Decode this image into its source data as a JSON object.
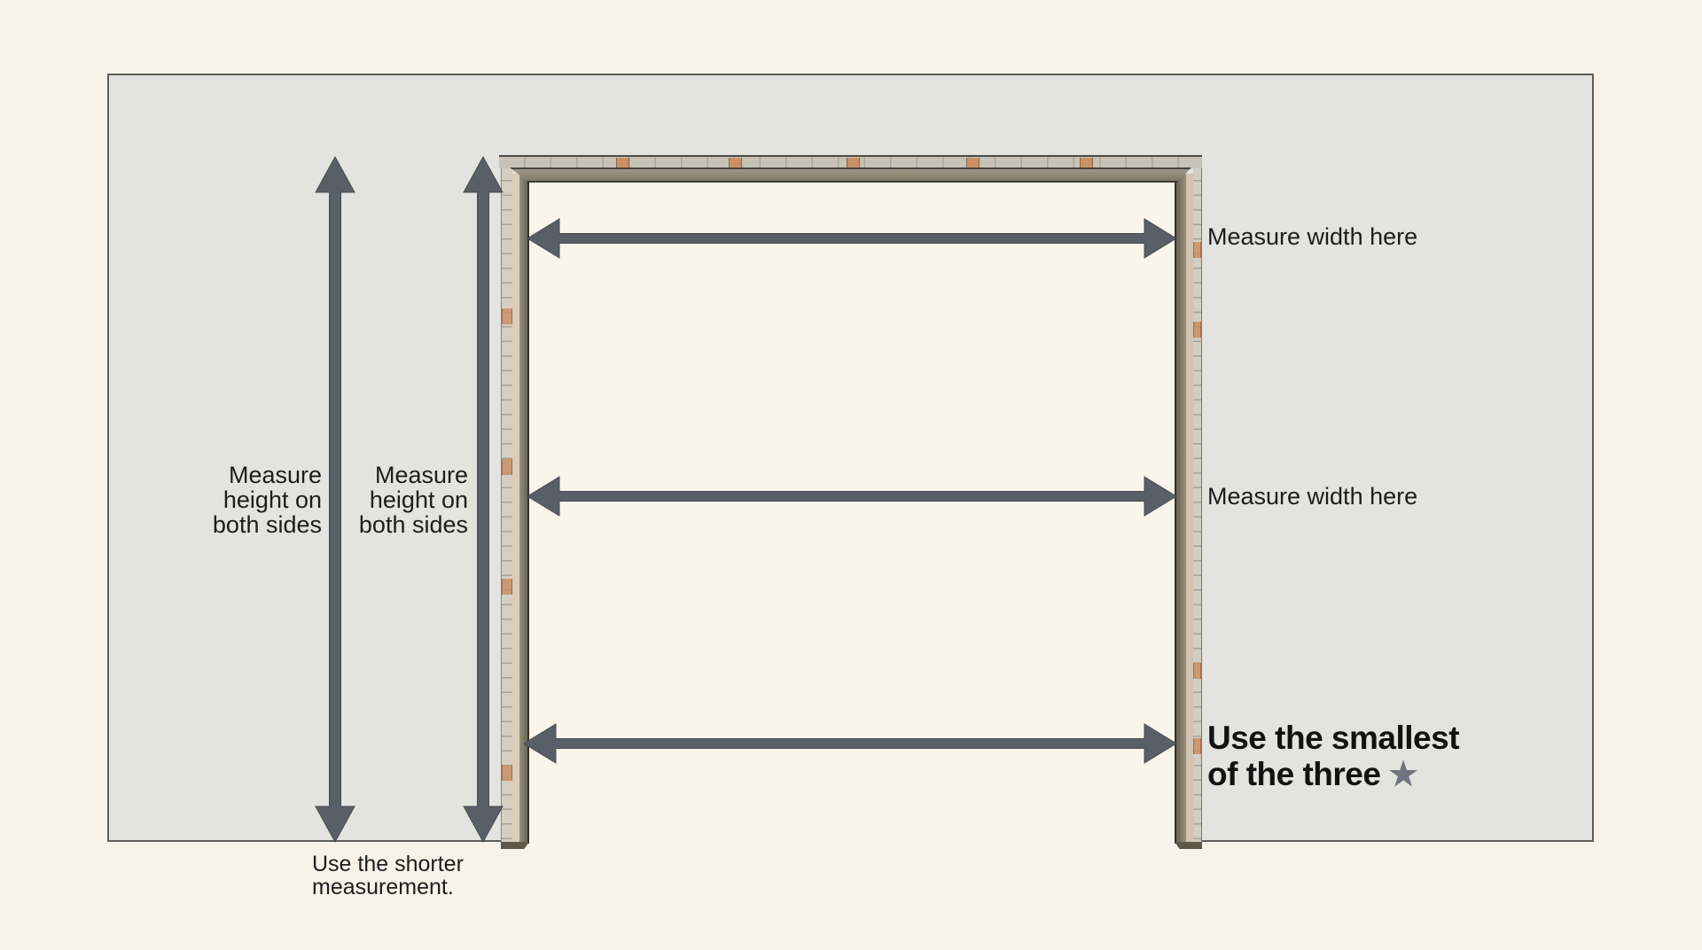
{
  "page": {
    "background": "#f7f3e9"
  },
  "diagram": {
    "wall_color": "#e3e3df",
    "opening_color": "#f9f5eb",
    "arrow_color": "#5a5e66",
    "arrow_outline": "#474b52",
    "text_color": "#1d1d1d",
    "star_color": "#70747c"
  },
  "labels": {
    "height_left": {
      "lines": [
        "Measure",
        "height on",
        "both sides"
      ]
    },
    "height_right": {
      "lines": [
        "Measure",
        "height on",
        "both sides"
      ]
    },
    "width_top": "Measure width here",
    "width_middle": "Measure width here",
    "use_smallest": {
      "line1": "Use the smallest",
      "line2": "of the three",
      "star": "★"
    },
    "use_shorter": {
      "lines": [
        "Use the shorter",
        "measurement."
      ]
    }
  }
}
